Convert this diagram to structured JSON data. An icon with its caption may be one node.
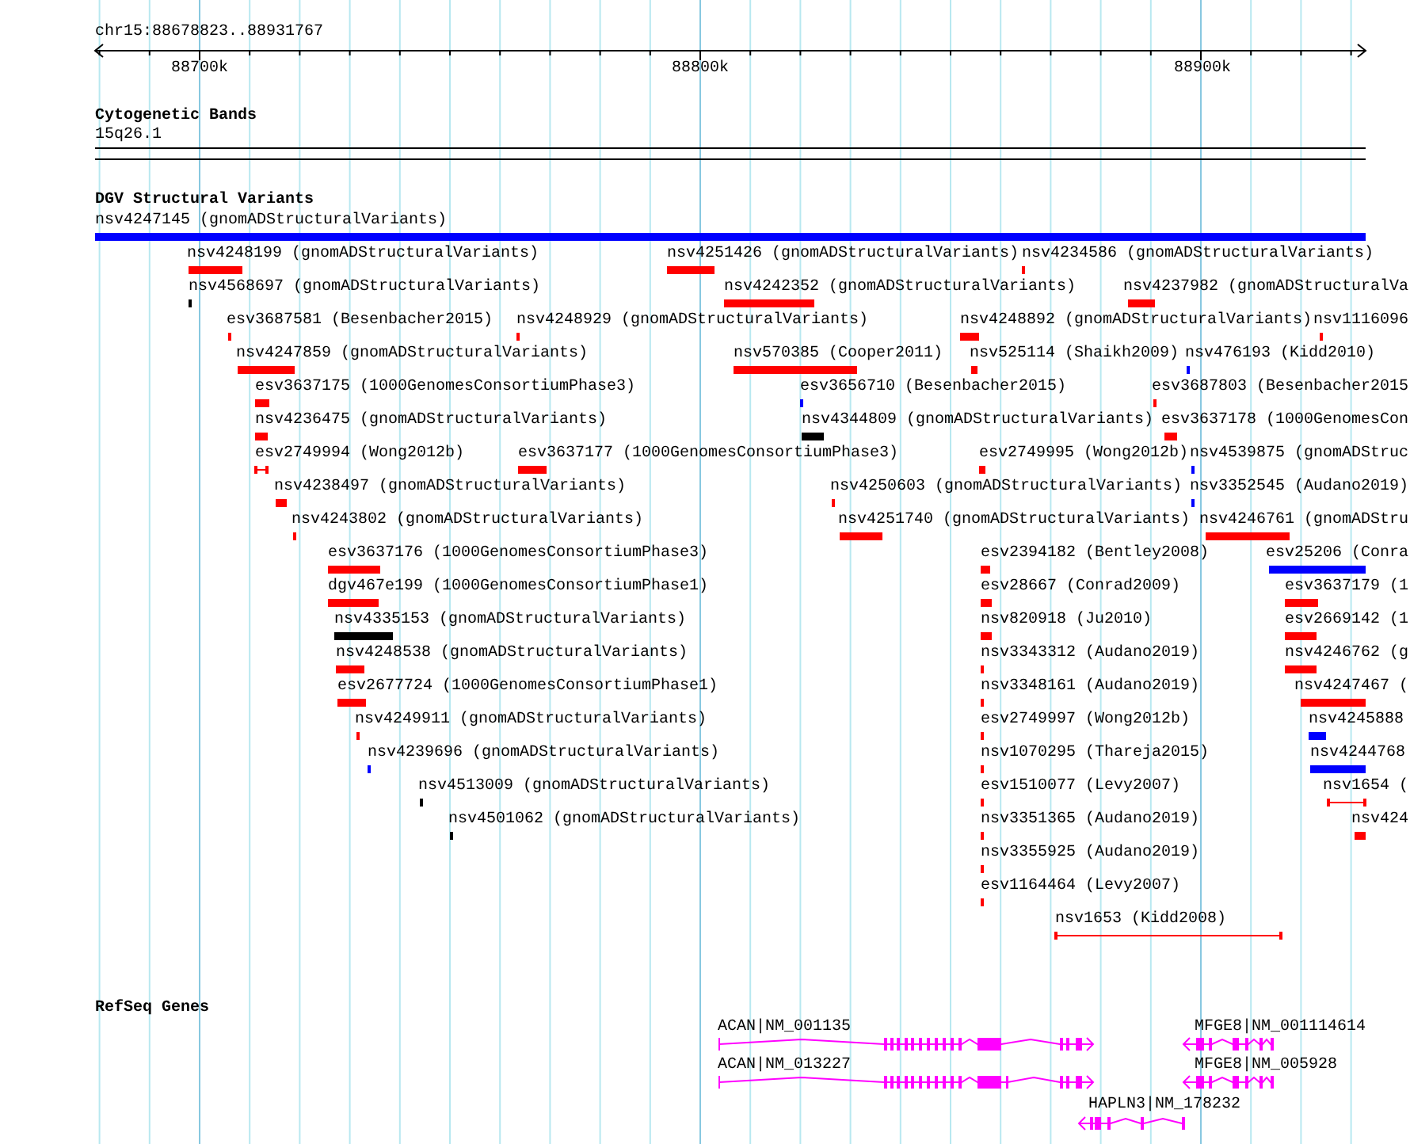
{
  "diagram": {
    "labels": [
      "chr15:88678823..88931767",
      "88700k",
      "88800k",
      "88900k",
      "Cytogenetic Bands",
      "15q26.1",
      "DGV Structural Variants",
      "nsv4247145 (gnomADStructuralVariants)",
      "nsv4248199 (gnomADStructuralVariants)",
      "nsv4251426 (gnomADStructuralVariants)",
      "nsv4234586 (gnomADStructuralVariants)",
      "nsv4568697 (gnomADStructuralVariants)",
      "nsv4242352 (gnomADStructuralVariants)",
      "nsv4237982 (gnomADStructuralVa",
      "esv3687581 (Besenbacher2015)",
      "nsv4248929 (gnomADStructuralVariants)",
      "nsv4248892 (gnomADStructuralVariants)",
      "nsv1116096",
      "nsv4247859 (gnomADStructuralVariants)",
      "nsv570385 (Cooper2011)",
      "nsv525114 (Shaikh2009)",
      "nsv476193 (Kidd2010)",
      "esv3637175 (1000GenomesConsortiumPhase3)",
      "esv3656710 (Besenbacher2015)",
      "esv3687803 (Besenbacher2015",
      "nsv4236475 (gnomADStructuralVariants)",
      "nsv4344809 (gnomADStructuralVariants)",
      "esv3637178 (1000GenomesCon",
      "esv2749994 (Wong2012b)",
      "esv3637177 (1000GenomesConsortiumPhase3)",
      "esv2749995 (Wong2012b)",
      "nsv4539875 (gnomADStruc",
      "nsv4238497 (gnomADStructuralVariants)",
      "nsv4250603 (gnomADStructuralVariants)",
      "nsv3352545 (Audano2019)",
      "nsv4243802 (gnomADStructuralVariants)",
      "nsv4251740 (gnomADStructuralVariants)",
      "nsv4246761 (gnomADStru",
      "esv3637176 (1000GenomesConsortiumPhase3)",
      "esv2394182 (Bentley2008)",
      "esv25206 (Conra",
      "dgv467e199 (1000GenomesConsortiumPhase1)",
      "esv28667 (Conrad2009)",
      "esv3637179 (1",
      "nsv4335153 (gnomADStructuralVariants)",
      "nsv820918 (Ju2010)",
      "esv2669142 (1",
      "nsv4248538 (gnomADStructuralVariants)",
      "nsv3343312 (Audano2019)",
      "nsv4246762 (g",
      "esv2677724 (1000GenomesConsortiumPhase1)",
      "nsv3348161 (Audano2019)",
      "nsv4247467 (",
      "nsv4249911 (gnomADStructuralVariants)",
      "esv2749997 (Wong2012b)",
      "nsv4245888",
      "nsv4239696 (gnomADStructuralVariants)",
      "nsv1070295 (Thareja2015)",
      "nsv4244768",
      "nsv4513009 (gnomADStructuralVariants)",
      "esv1510077 (Levy2007)",
      "nsv1654 (",
      "nsv4501062 (gnomADStructuralVariants)",
      "nsv3351365 (Audano2019)",
      "nsv424",
      "nsv3355925 (Audano2019)",
      "esv1164464 (Levy2007)",
      "nsv1653 (Kidd2008)",
      "RefSeq Genes",
      "ACAN|NM_001135",
      "MFGE8|NM_001114614",
      "ACAN|NM_013227",
      "MFGE8|NM_005928",
      "HAPLN3|NM_178232"
    ]
  }
}
